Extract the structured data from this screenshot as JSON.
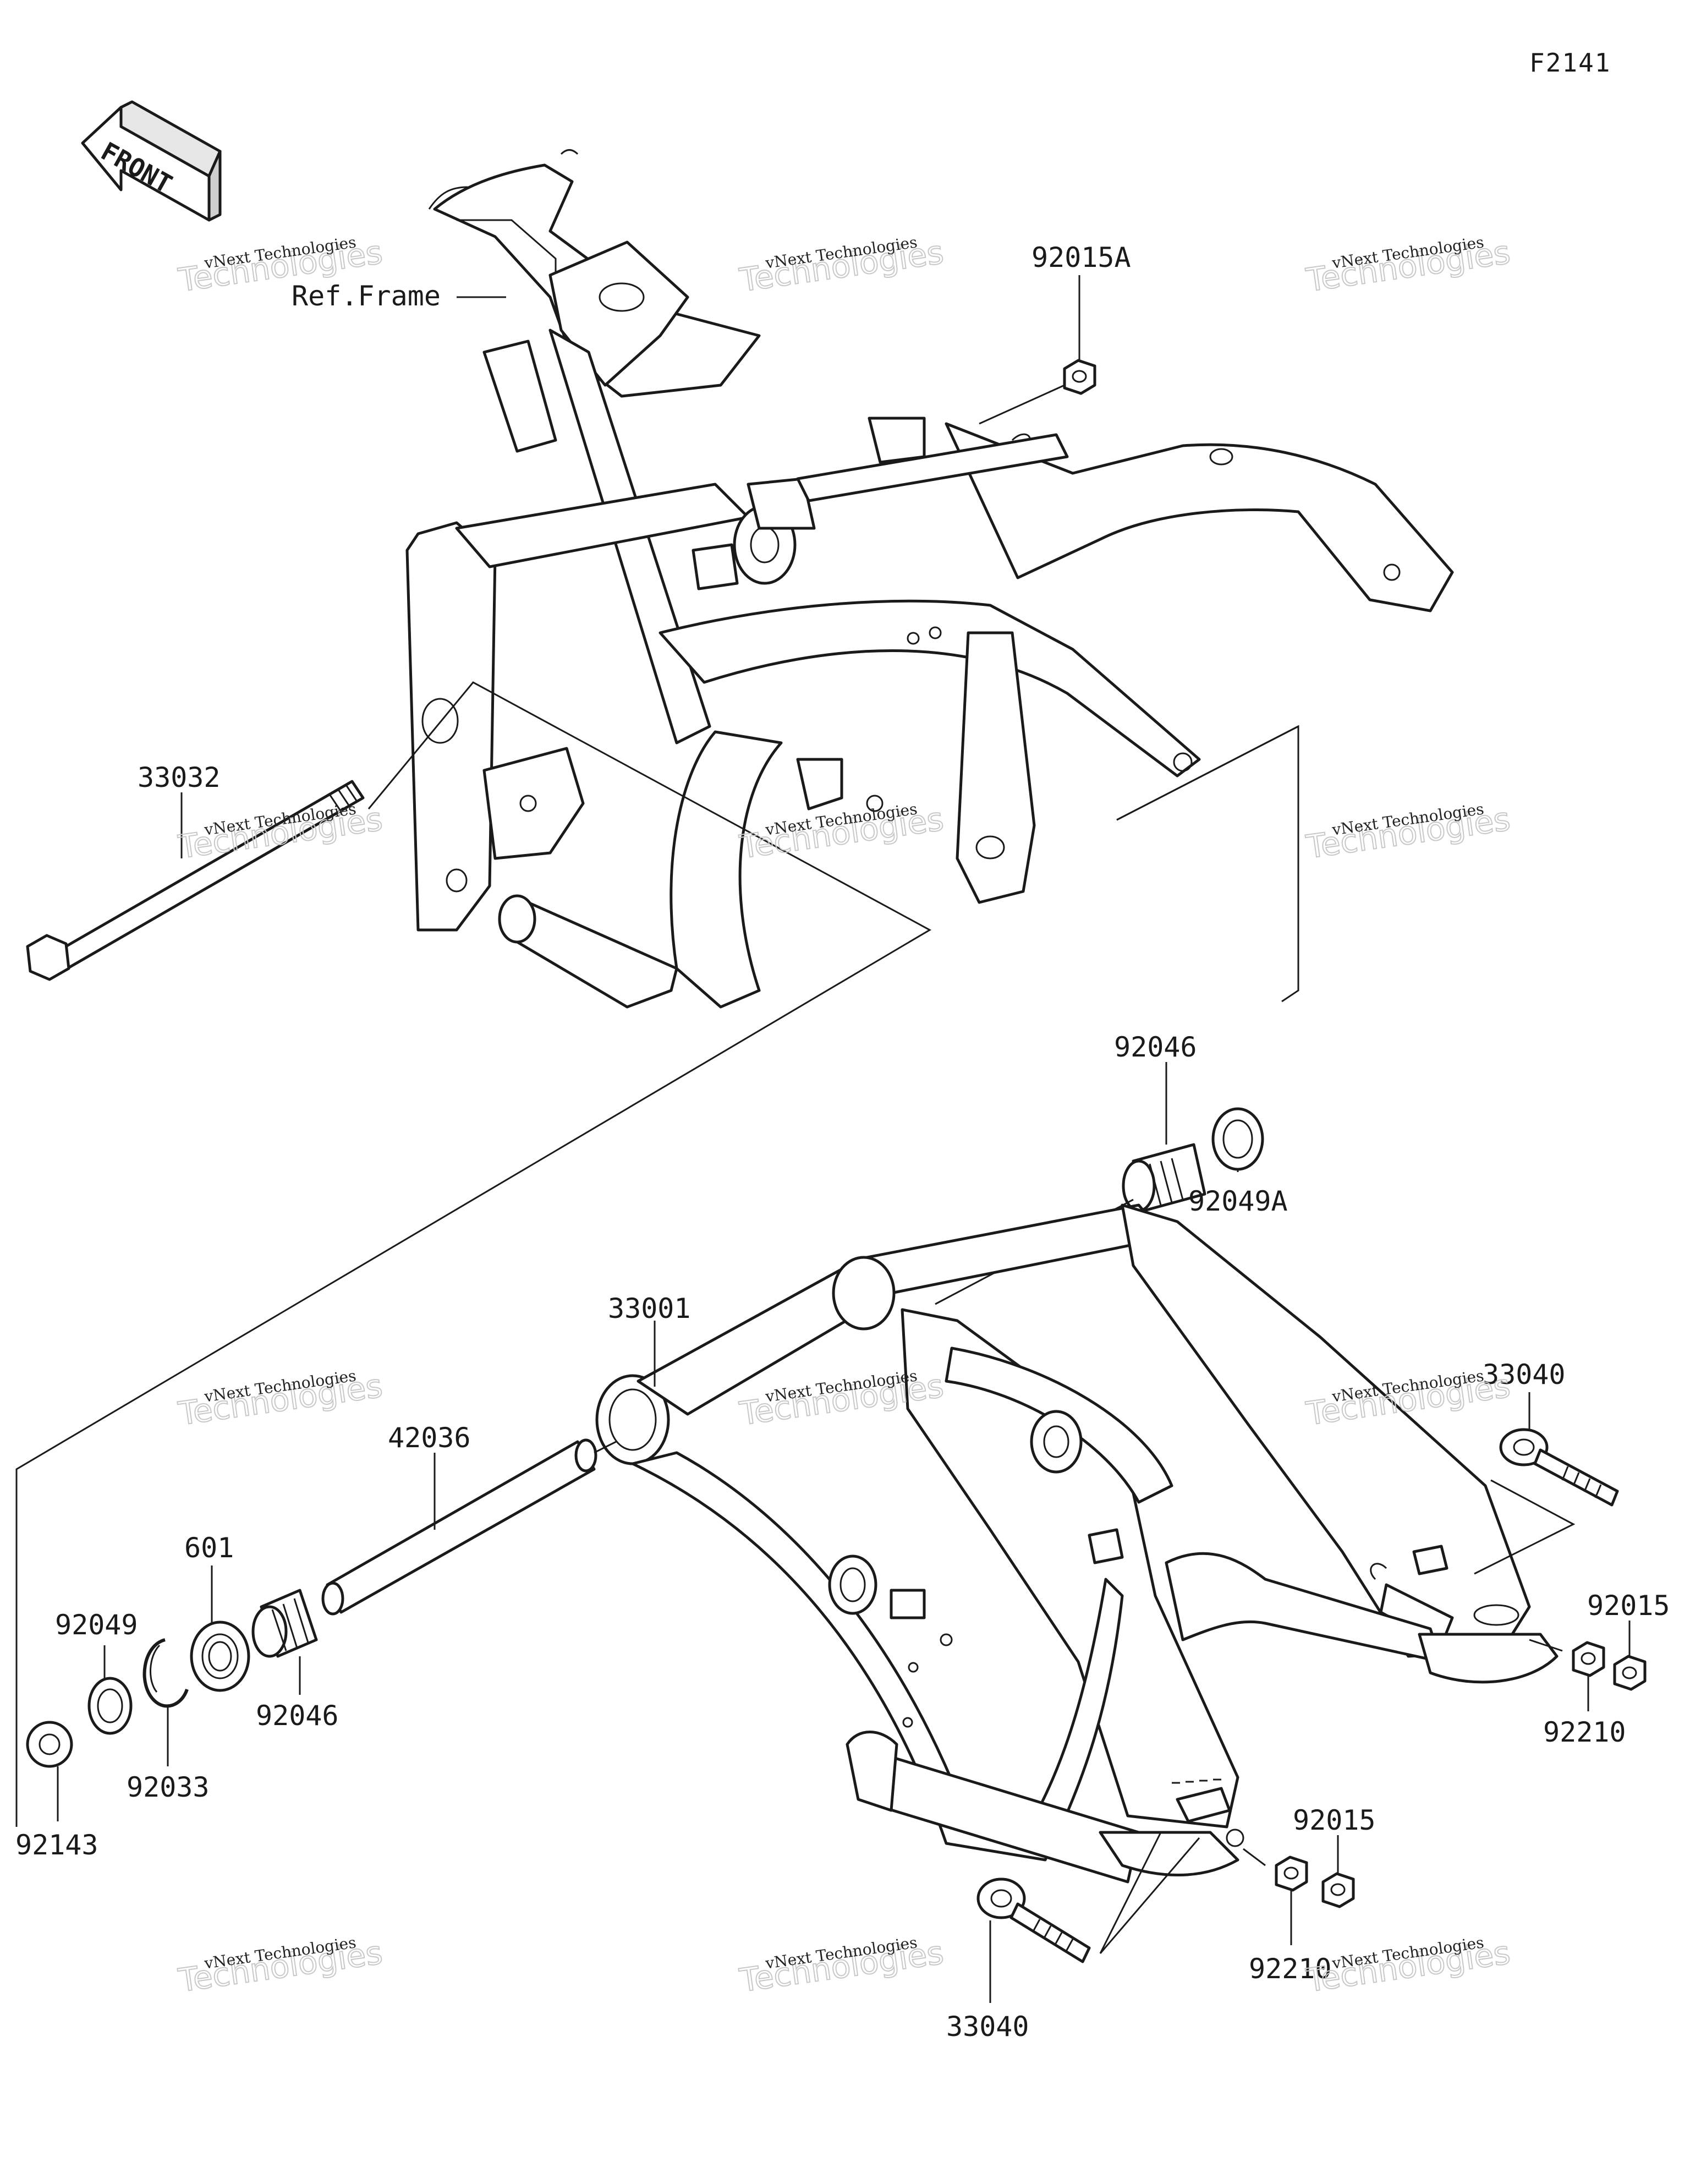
{
  "diagram_code": "F2141",
  "front_label": "FRONT",
  "ref_label": "Ref.Frame",
  "watermark_line1": "vNext Technologies",
  "watermark_line2": "Technologies",
  "watermark_small": "vNext",
  "parts": {
    "p92015A": "92015A",
    "p33032": "33032",
    "p92046_top": "92046",
    "p92049A": "92049A",
    "p33001": "33001",
    "p42036": "42036",
    "p33040_right": "33040",
    "p601": "601",
    "p92049": "92049",
    "p92015_right": "92015",
    "p92046_left": "92046",
    "p92033": "92033",
    "p92210_right": "92210",
    "p92143": "92143",
    "p92015_bottom": "92015",
    "p92210_bottom": "92210",
    "p33040_bottom": "33040"
  },
  "colors": {
    "ink": "#1a1a1a",
    "watermark": "#c8c8c8",
    "background": "#ffffff"
  }
}
